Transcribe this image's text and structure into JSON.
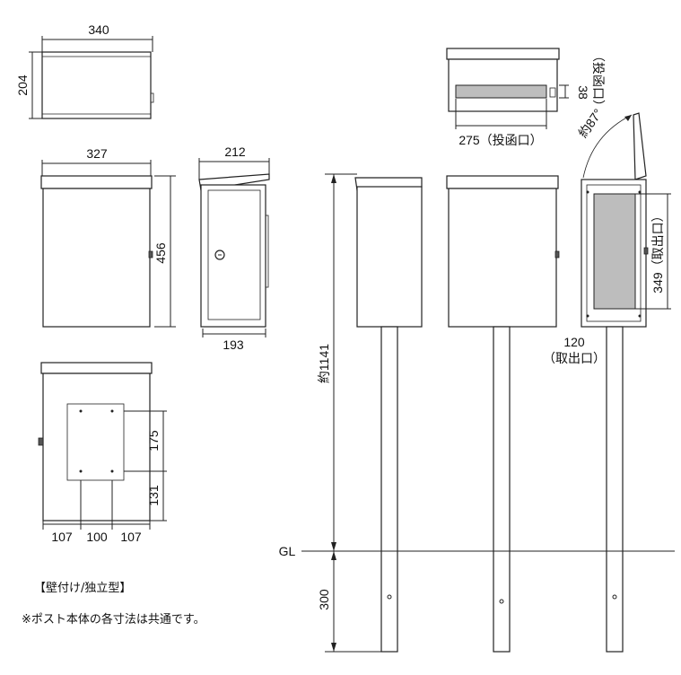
{
  "dimensions": {
    "top_width": "340",
    "top_depth": "204",
    "front_width": "327",
    "side_depth": "212",
    "height": "456",
    "side_bottom": "193",
    "slot_width": "275（投函口）",
    "slot_height": "38",
    "slot_label": "（投函口）",
    "door_angle": "約87°",
    "takeout_height": "349（取出口）",
    "takeout_width": "120",
    "takeout_label": "（取出口）",
    "mount_h1": "175",
    "mount_h2": "131",
    "mount_w1": "107",
    "mount_w2": "100",
    "mount_w3": "107",
    "total_height": "約1141",
    "gl": "GL",
    "ground_depth": "300"
  },
  "notes": {
    "type_label": "【壁付け/独立型】",
    "common_note": "※ポスト本体の各寸法は共通です。"
  },
  "colors": {
    "line": "#222222",
    "panel_fill": "#bdbdbd"
  }
}
